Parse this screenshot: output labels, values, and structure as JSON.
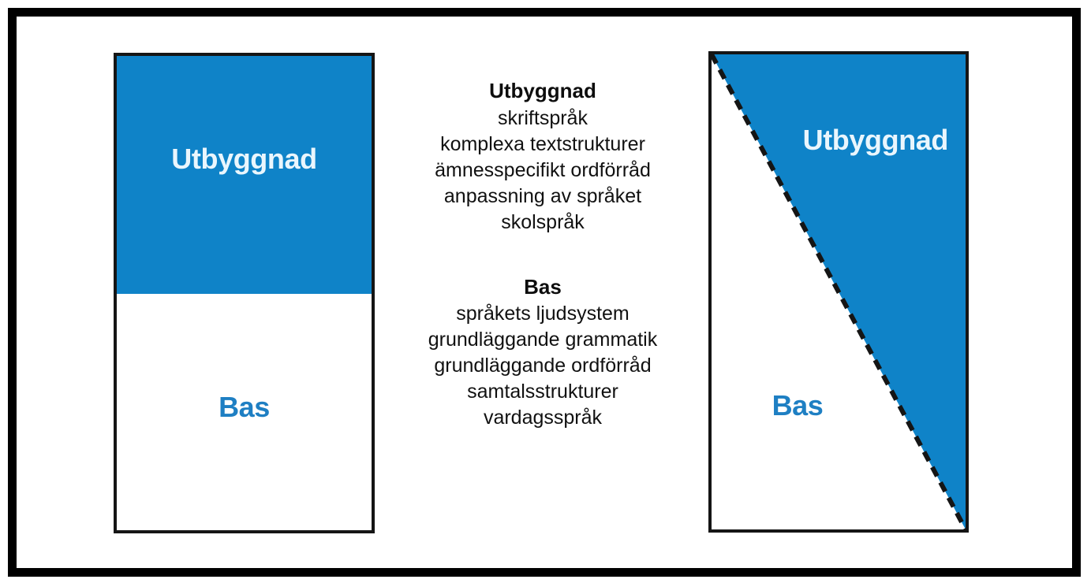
{
  "figure": {
    "title_semantic": "bas-och-utbyggnad-sprakmodell",
    "colors": {
      "blue_fill": "#0F83C8",
      "label_light": "#EAF6FD",
      "label_blue": "#1E7FC3",
      "outline": "#151515",
      "frame": "#000000",
      "background": "#FFFFFF"
    }
  },
  "left_figure": {
    "top_segment_label": "Utbyggnad",
    "bottom_segment_label": "Bas"
  },
  "right_figure": {
    "top_segment_label": "Utbyggnad",
    "bottom_segment_label": "Bas"
  },
  "center_text": {
    "utbyggnad": {
      "heading": "Utbyggnad",
      "lines": [
        "skriftspråk",
        "komplexa textstrukturer",
        "ämnesspecifikt ordförråd",
        "anpassning av språket",
        "skolspråk"
      ]
    },
    "bas": {
      "heading": "Bas",
      "lines": [
        "språkets ljudsystem",
        "grundläggande grammatik",
        "grundläggande ordförråd",
        "samtalsstrukturer",
        "vardagsspråk"
      ]
    }
  },
  "chart_data": {
    "type": "diagram",
    "title": "Bas och Utbyggnad",
    "panels": [
      {
        "name": "left-stacked-rectangle",
        "split": "horizontal",
        "segments": [
          {
            "label": "Utbyggnad",
            "fill": "#0F83C8",
            "share": 0.5
          },
          {
            "label": "Bas",
            "fill": "#FFFFFF",
            "share": 0.5
          }
        ]
      },
      {
        "name": "right-diagonal-rectangle",
        "split": "diagonal-dashed",
        "diagonal": {
          "from": "top-left",
          "to": "bottom-right",
          "style": "dashed"
        },
        "segments": [
          {
            "label": "Utbyggnad",
            "fill": "#0F83C8",
            "share": 0.5
          },
          {
            "label": "Bas",
            "fill": "#FFFFFF",
            "share": 0.5
          }
        ]
      }
    ]
  }
}
